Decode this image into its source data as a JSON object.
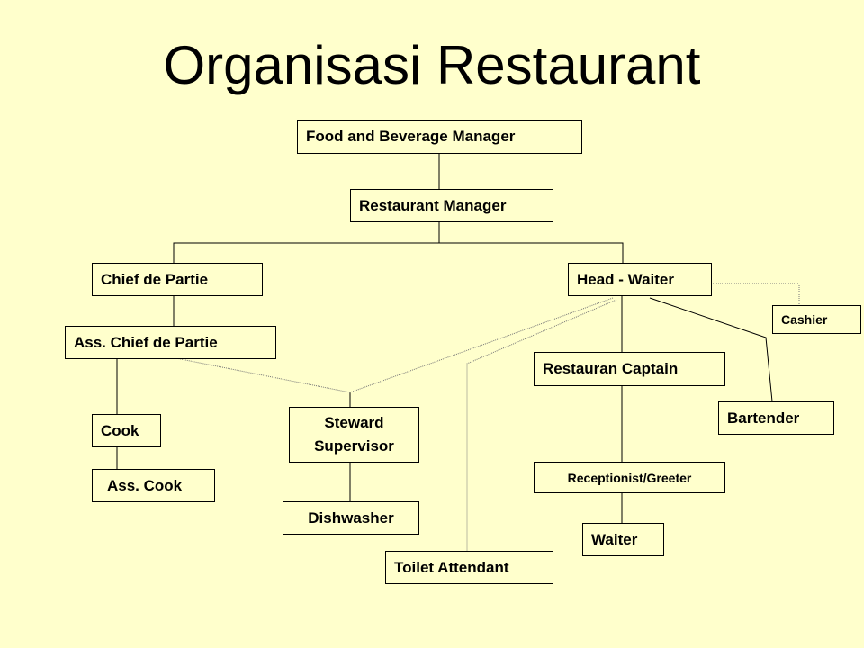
{
  "title": "Organisasi Restaurant",
  "nodes": {
    "fbm": "Food and Beverage Manager",
    "rm": "Restaurant Manager",
    "chief": "Chief de Partie",
    "head_waiter": "Head - Waiter",
    "cashier": "Cashier",
    "ass_chief": "Ass. Chief de Partie",
    "captain": "Restauran Captain",
    "bartender": "Bartender",
    "cook": "Cook",
    "steward_line1": "Steward",
    "steward_line2": "Supervisor",
    "receptionist": "Receptionist/Greeter",
    "ass_cook": "Ass. Cook",
    "dishwasher": "Dishwasher",
    "waiter": "Waiter",
    "toilet": "Toilet Attendant"
  }
}
